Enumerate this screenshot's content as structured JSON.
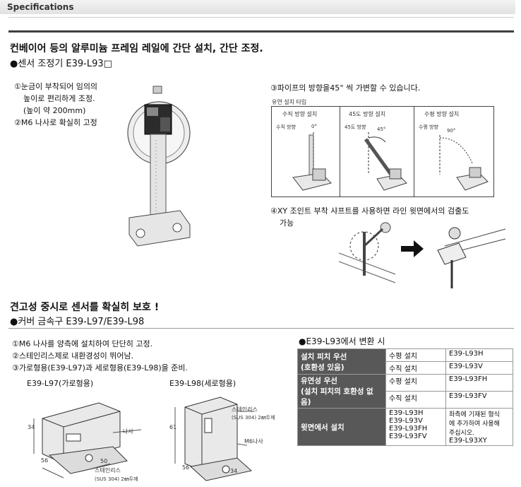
{
  "header": {
    "title": "Specifications"
  },
  "section1": {
    "title": "컨베이어 등의 알루미늄 프레임 레일에 간단 설치, 간단 조정.",
    "subtitle": "●센서 조정기 E39-L93□",
    "notes_left": [
      "①눈금이 부착되어 임의의",
      "높이로 편리하게 조정.",
      "(높이 약 200mm)",
      "②M6 나사로 확실히 고정"
    ],
    "note3": "③파이프의 방향을45° 씩 가변할 수 있습니다.",
    "mount_types_label": "유연 설치 타입",
    "panels": [
      {
        "title": "수직 방향 설치",
        "sub": "수직 방향",
        "angle": "0°"
      },
      {
        "title": "45도 방향 설치",
        "sub": "45도 방향",
        "angle": "45°"
      },
      {
        "title": "수평 방향 설치",
        "sub": "수평 방향",
        "angle": "90°"
      }
    ],
    "note4_a": "④XY 조인트 부착 샤프트를 사용하면 라인 윗면에서의 검출도",
    "note4_b": "가능"
  },
  "section2": {
    "title": "견고성 중시로 센서를 확실히 보호 !",
    "subtitle": "●커버 금속구  E39-L97/E39-L98",
    "notes": [
      "①M6 나사를 양측에 설치하여 단단히 고정.",
      "②스테인리스제로 내환경성이 뛰어남.",
      "③가로형용(E39-L97)과 세로형용(E39-L98)을 준비."
    ],
    "fig_a": {
      "title": "E39-L97(가로형용)",
      "dim1": "34",
      "dim2": "56",
      "dim3": "50",
      "label1": "나사",
      "label2": "스테인리스",
      "label3": "(SUS 304) 2㎜두께"
    },
    "fig_b": {
      "title": "E39-L98(세로형용)",
      "dim1": "61",
      "dim2": "56",
      "dim3": "34",
      "label1": "스테인리스",
      "label2": "(SUS 304) 2㎜두께",
      "label3": "M6나사"
    }
  },
  "conversion": {
    "title": "●E39-L93에서 변환 시",
    "rows": [
      {
        "group": "설치 피치 우선",
        "group2": "(호환성 있음)",
        "items": [
          [
            "수평 설치",
            "E39-L93H"
          ],
          [
            "수직 설치",
            "E39-L93V"
          ]
        ]
      },
      {
        "group": "유연성 우선",
        "group2": "(설치 피치의 호환성 없음)",
        "items": [
          [
            "수평 설치",
            "E39-L93FH"
          ],
          [
            "수직 설치",
            "E39-L93FV"
          ]
        ]
      }
    ],
    "last": {
      "group": "윗면에서 설치",
      "models": [
        "E39-L93H",
        "E39-L93V",
        "E39-L93FH",
        "E39-L93FV"
      ],
      "note": [
        "좌측에 기재된 형식",
        "에 추가하여 사용해",
        "주십시오."
      ],
      "model": "E39-L93XY"
    }
  }
}
